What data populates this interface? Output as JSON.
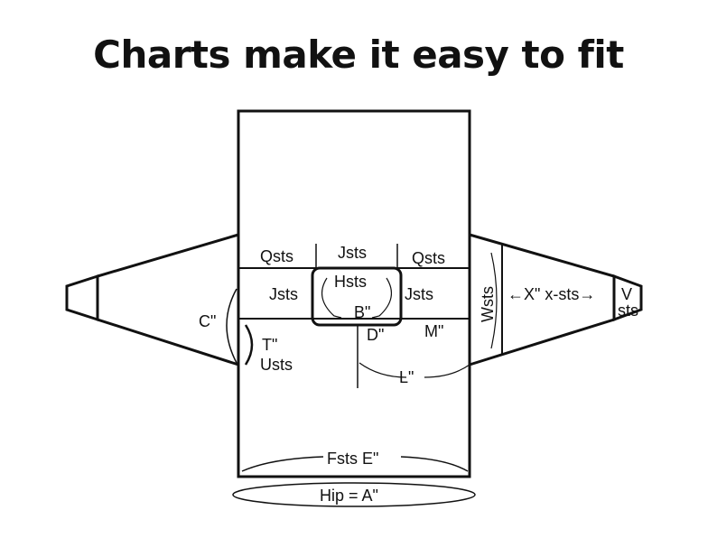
{
  "title": "Charts make it easy to fit",
  "labels": {
    "q_left": "Qsts",
    "j_top": "Jsts",
    "q_right": "Qsts",
    "j_left": "Jsts",
    "h": "Hsts",
    "j_right": "Jsts",
    "b": "B\"",
    "c": "C\"",
    "t": "T\"",
    "u": "Usts",
    "d": "D\"",
    "m": "M\"",
    "l": "L\"",
    "w": "Wsts",
    "x": "←X\" x-sts→",
    "v": "V",
    "v_sts": "sts",
    "f": "Fsts E\"",
    "hip": "Hip = A\""
  },
  "colors": {
    "ink": "#111111",
    "background": "#ffffff"
  }
}
